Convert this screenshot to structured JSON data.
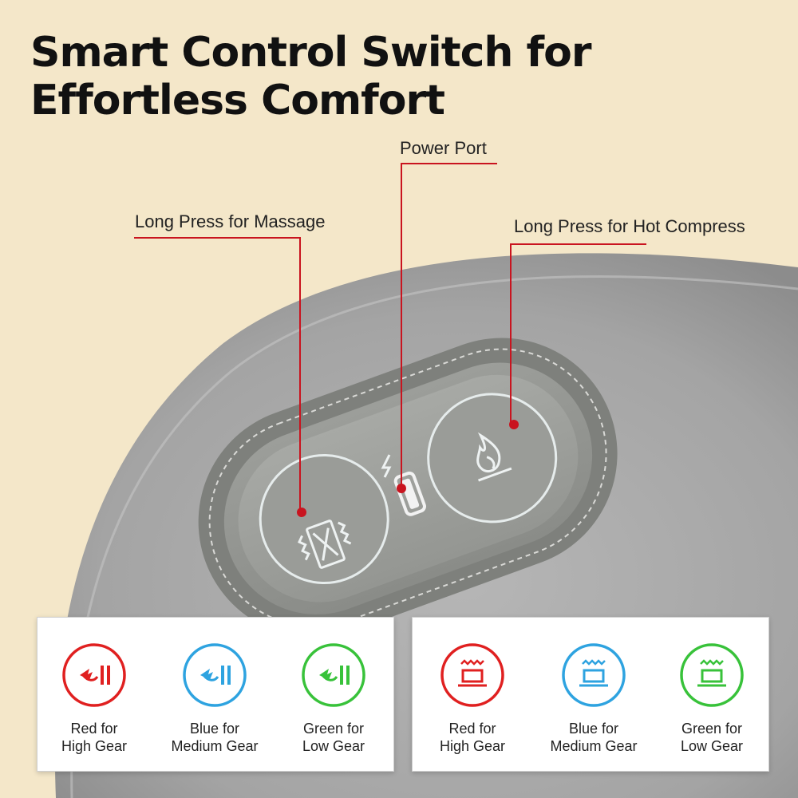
{
  "title": {
    "line1": "Smart Control Switch for",
    "line2": "Effortless Comfort"
  },
  "callouts": {
    "power_port": "Power Port",
    "massage": "Long Press for Massage",
    "hot_compress": "Long Press for Hot Compress"
  },
  "accent_color": "#c9141f",
  "icons": {
    "massage_button": "massage-icon",
    "heat_button": "flame-icon",
    "power": "lightning-icon",
    "port": "usb-c-port-icon"
  },
  "massage_gears": [
    {
      "line1": "Red for",
      "line2": "High Gear",
      "color": "#e02020",
      "icon": "massage-mode-icon"
    },
    {
      "line1": "Blue for",
      "line2": "Medium Gear",
      "color": "#2ea3e0",
      "icon": "massage-mode-icon"
    },
    {
      "line1": "Green for",
      "line2": "Low Gear",
      "color": "#38c23a",
      "icon": "massage-mode-icon"
    }
  ],
  "heat_gears": [
    {
      "line1": "Red for",
      "line2": "High Gear",
      "color": "#e02020",
      "icon": "heat-mode-icon"
    },
    {
      "line1": "Blue for",
      "line2": "Medium Gear",
      "color": "#2ea3e0",
      "icon": "heat-mode-icon"
    },
    {
      "line1": "Green for",
      "line2": "Low Gear",
      "color": "#38c23a",
      "icon": "heat-mode-icon"
    }
  ]
}
